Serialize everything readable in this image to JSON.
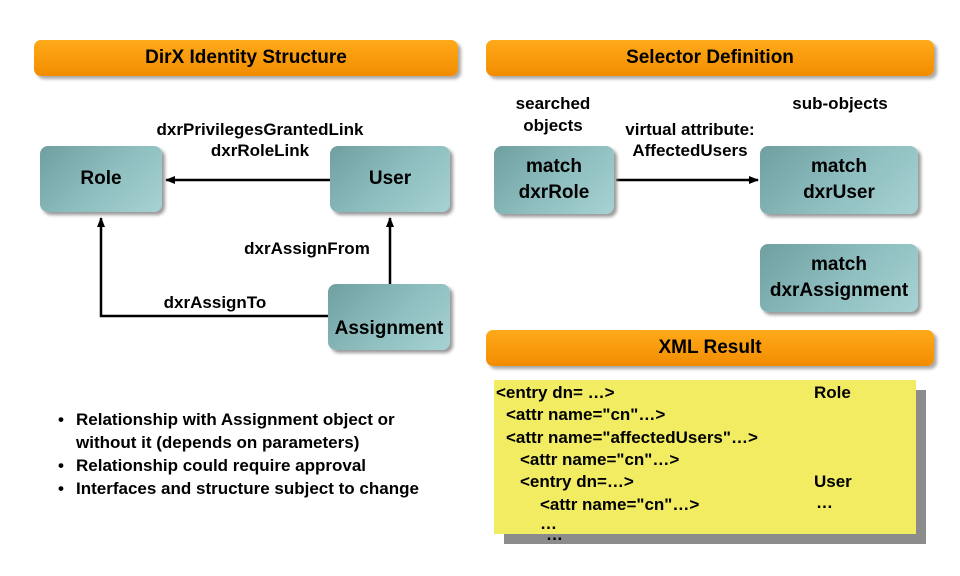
{
  "banners": {
    "structure": "DirX Identity Structure",
    "selector": "Selector Definition",
    "xml_result": "XML Result"
  },
  "structure_diagram": {
    "role": "Role",
    "user": "User",
    "assignment": "Assignment",
    "edge_user_role": [
      "dxrPrivilegesGrantedLink",
      "dxrRoleLink"
    ],
    "edge_assign_user": "dxrAssignFrom",
    "edge_assign_role": "dxrAssignTo"
  },
  "selector_diagram": {
    "searched_objects": [
      "searched",
      "objects"
    ],
    "sub_objects": "sub-objects",
    "virtual_attribute": [
      "virtual attribute:",
      "AffectedUsers"
    ],
    "match_role": [
      "match",
      "dxrRole"
    ],
    "match_user": [
      "match",
      "dxrUser"
    ],
    "match_assignment": [
      "match",
      "dxrAssignment"
    ]
  },
  "notes": [
    "Relationship with Assignment object or",
    "without it (depends on parameters)",
    "Relationship could require approval",
    "Interfaces and structure subject to change"
  ],
  "xml": {
    "lines": [
      "<entry dn= …>",
      "<attr name=\"cn\"…>",
      "<attr name=\"affectedUsers\"…>",
      "<attr name=\"cn\"…>",
      "<entry dn=…>",
      "<attr name=\"cn\"…>",
      "…",
      "…"
    ],
    "annotations": [
      "Role",
      "User",
      "…"
    ]
  },
  "colors": {
    "banner": "#f28c00",
    "box": "#8fbfc0",
    "xml_background": "#f2ec62"
  }
}
